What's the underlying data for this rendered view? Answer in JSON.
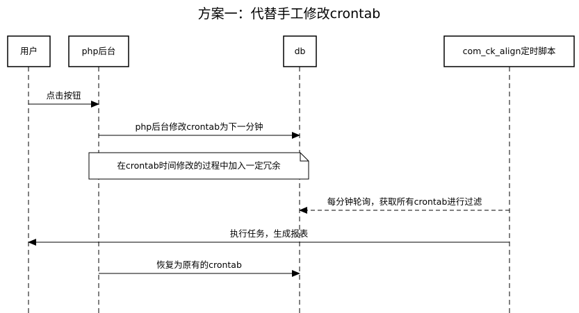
{
  "title": "方案一：代替手工修改crontab",
  "participants": [
    {
      "id": "user",
      "label": "用户"
    },
    {
      "id": "php",
      "label": "php后台"
    },
    {
      "id": "db",
      "label": "db"
    },
    {
      "id": "cron",
      "label": "com_ck_align定时脚本"
    }
  ],
  "messages": [
    {
      "from": "user",
      "to": "php",
      "label": "点击按钮",
      "style": "solid"
    },
    {
      "from": "php",
      "to": "db",
      "label": "php后台修改crontab为下一分钟",
      "style": "solid"
    },
    {
      "from": "cron",
      "to": "db",
      "label": "每分钟轮询，获取所有crontab进行过滤",
      "style": "dashed"
    },
    {
      "from": "cron",
      "to": "user",
      "label": "执行任务，生成报表",
      "style": "solid"
    },
    {
      "from": "php",
      "to": "db",
      "label": "恢复为原有的crontab",
      "style": "solid"
    }
  ],
  "note": {
    "text": "在crontab时间修改的过程中加入一定冗余"
  }
}
